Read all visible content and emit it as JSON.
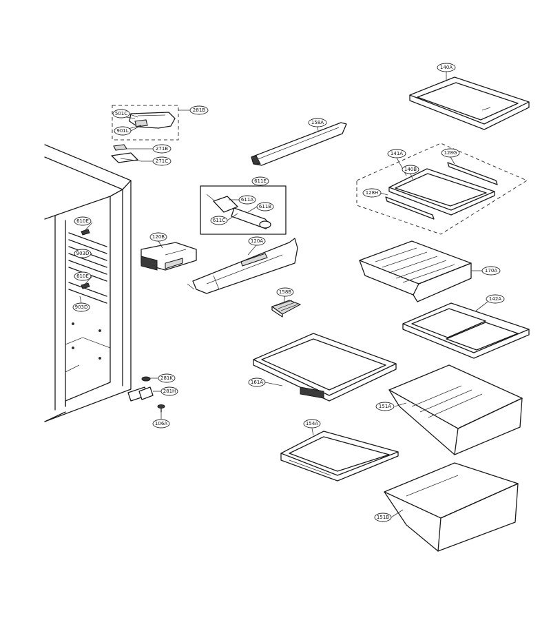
{
  "callouts": [
    {
      "id": "c140A",
      "label": "140A"
    },
    {
      "id": "c281B",
      "label": "281B"
    },
    {
      "id": "c501C",
      "label": "501C"
    },
    {
      "id": "c901L",
      "label": "901L"
    },
    {
      "id": "c158A",
      "label": "158A"
    },
    {
      "id": "c271B",
      "label": "271B"
    },
    {
      "id": "c271C",
      "label": "271C"
    },
    {
      "id": "c141A",
      "label": "141A"
    },
    {
      "id": "c128G",
      "label": "128G"
    },
    {
      "id": "c140B",
      "label": "140B"
    },
    {
      "id": "c128H",
      "label": "128H"
    },
    {
      "id": "c611E",
      "label": "611E"
    },
    {
      "id": "c611A",
      "label": "611A"
    },
    {
      "id": "c611B",
      "label": "611B"
    },
    {
      "id": "c611C",
      "label": "611C"
    },
    {
      "id": "c610E1",
      "label": "610E"
    },
    {
      "id": "c903D1",
      "label": "903D"
    },
    {
      "id": "c610E2",
      "label": "610E"
    },
    {
      "id": "c903D2",
      "label": "903D"
    },
    {
      "id": "c120B",
      "label": "120B"
    },
    {
      "id": "c120A",
      "label": "120A"
    },
    {
      "id": "c170A",
      "label": "170A"
    },
    {
      "id": "c158B",
      "label": "158B"
    },
    {
      "id": "c142A",
      "label": "142A"
    },
    {
      "id": "c281K",
      "label": "281K"
    },
    {
      "id": "c281H",
      "label": "281H"
    },
    {
      "id": "c106A",
      "label": "106A"
    },
    {
      "id": "c161A",
      "label": "161A"
    },
    {
      "id": "c151A",
      "label": "151A"
    },
    {
      "id": "c154A",
      "label": "154A"
    },
    {
      "id": "c151B",
      "label": "151B"
    }
  ]
}
